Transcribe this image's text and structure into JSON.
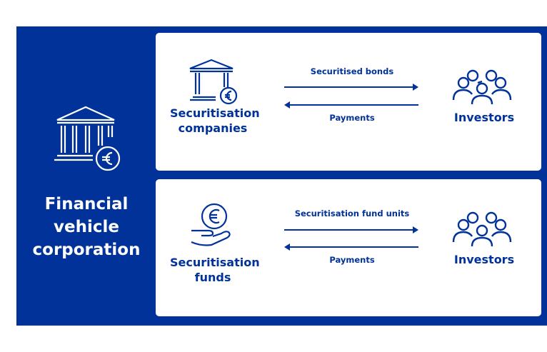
{
  "colors": {
    "brand_blue": "#003299",
    "card_bg": "#FFFFFF"
  },
  "left_panel": {
    "title_lines": [
      "Financial",
      "vehicle",
      "corporation"
    ],
    "icon": "bank-euro-icon"
  },
  "rows": [
    {
      "entity": {
        "lines": [
          "Securitisation",
          "companies"
        ],
        "icon": "bank-euro-icon"
      },
      "flow_right_label": "Securitised bonds",
      "flow_left_label": "Payments",
      "counterparty": {
        "label": "Investors",
        "icon": "people-group-icon"
      }
    },
    {
      "entity": {
        "lines": [
          "Securitisation",
          "funds"
        ],
        "icon": "hand-euro-coin-icon"
      },
      "flow_right_label": "Securitisation fund units",
      "flow_left_label": "Payments",
      "counterparty": {
        "label": "Investors",
        "icon": "people-group-icon"
      }
    }
  ]
}
